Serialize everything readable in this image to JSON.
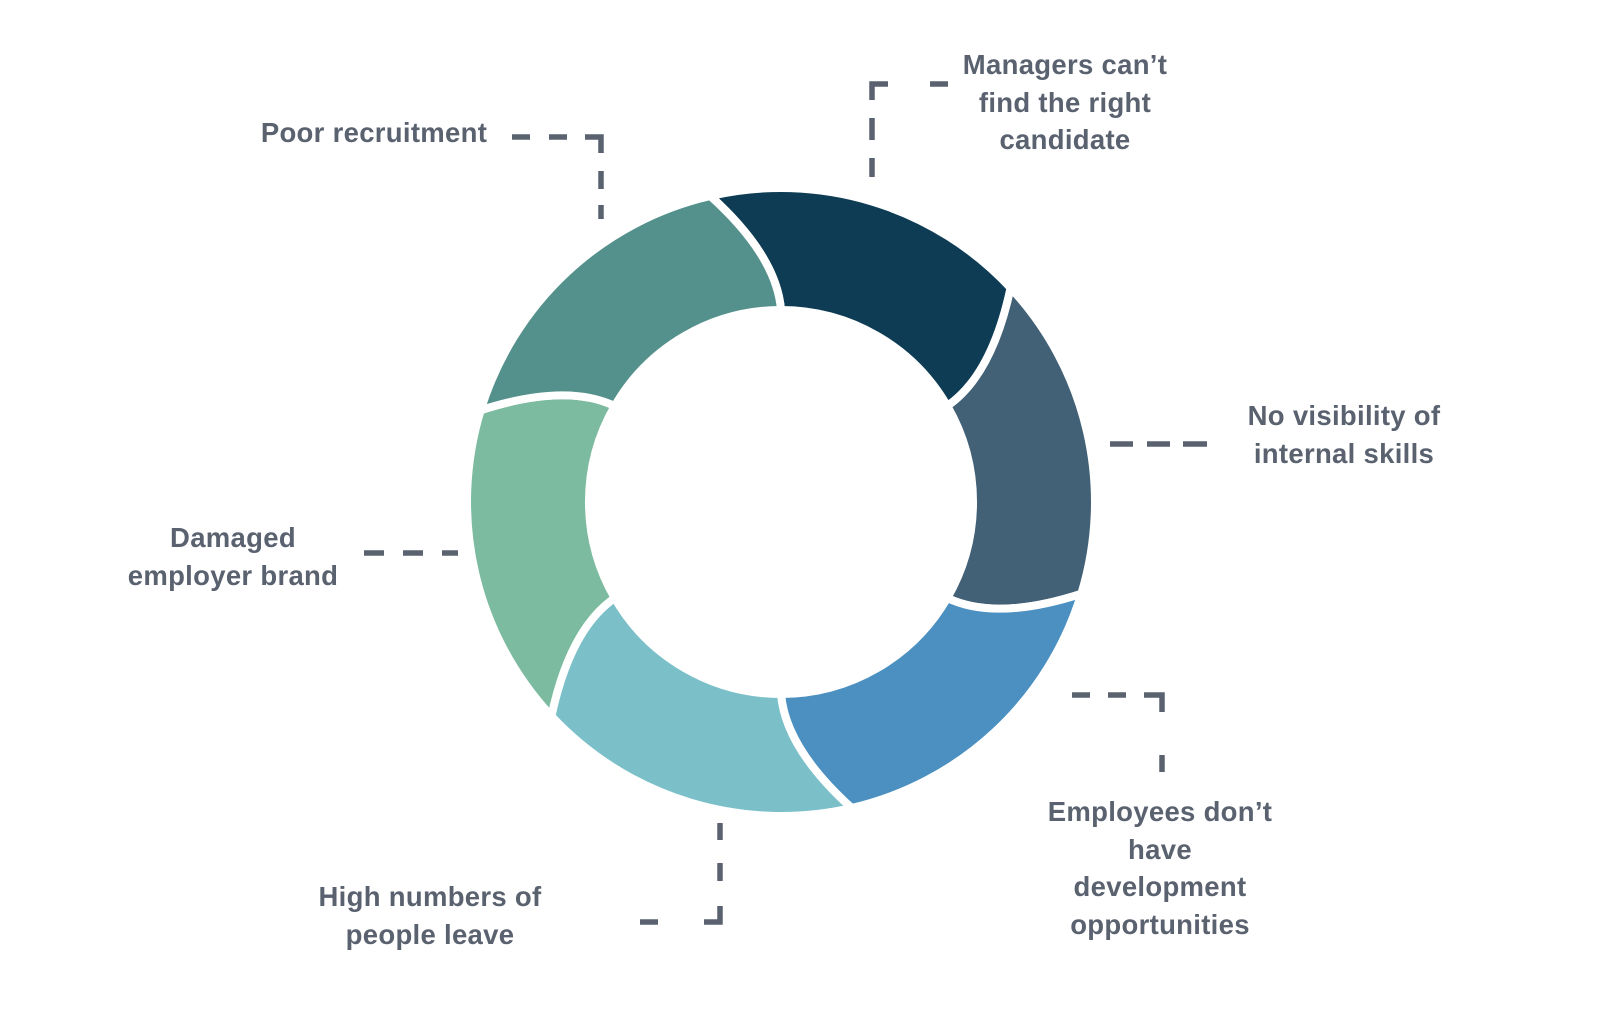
{
  "page": {
    "background_color": "#ffffff",
    "text_color": "#5a6270",
    "connector_color": "#5a6270"
  },
  "chart_data": {
    "type": "cycle",
    "subtype": "segmented-ring-arrows",
    "direction": "clockwise",
    "title": "",
    "segment_count": 6,
    "ring_divider_color": "#ffffff",
    "segments": [
      {
        "id": "managers",
        "label": "Managers can’t find the right candidate",
        "label_lines": [
          "Managers can’t",
          "find the right",
          "candidate"
        ],
        "color": "#0d3c54",
        "position": "top"
      },
      {
        "id": "no-visibility",
        "label": "No visibility of internal skills",
        "label_lines": [
          "No visibility of",
          "internal skills"
        ],
        "color": "#426176",
        "position": "right"
      },
      {
        "id": "employees",
        "label": "Employees don’t have development opportunities",
        "label_lines": [
          "Employees don’t",
          "have",
          "development",
          "opportunities"
        ],
        "color": "#4b90c1",
        "position": "bottom-right"
      },
      {
        "id": "high-numbers",
        "label": "High numbers of people leave",
        "label_lines": [
          "High numbers of",
          "people leave"
        ],
        "color": "#7bc0c9",
        "position": "bottom"
      },
      {
        "id": "damaged",
        "label": "Damaged employer brand",
        "label_lines": [
          "Damaged",
          "employer brand"
        ],
        "color": "#7cbba0",
        "position": "left"
      },
      {
        "id": "poor",
        "label": "Poor recruitment",
        "label_lines": [
          "Poor recruitment"
        ],
        "color": "#55918c",
        "position": "top-left"
      }
    ]
  }
}
